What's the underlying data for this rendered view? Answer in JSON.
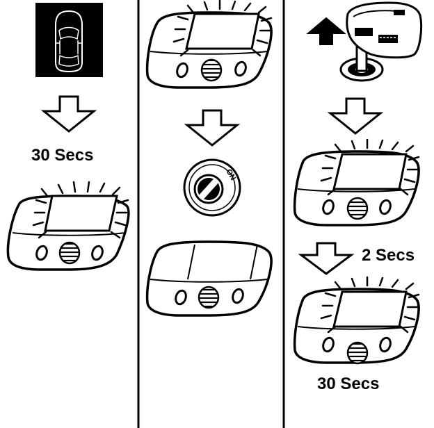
{
  "panels": {
    "left": {
      "step_icon": "car-top-view-icon",
      "delay_label": "30 Secs",
      "lamp_state": "on"
    },
    "middle": {
      "first_lamp_state": "on",
      "ignition_icon": "ignition-switch-icon",
      "ignition_label": "ON",
      "second_lamp_state": "off"
    },
    "right": {
      "step_icon": "key-in-ignition-icon",
      "first_lamp_state": "on",
      "delay_label_1": "2 Secs",
      "second_lamp_state": "on",
      "delay_label_2": "30 Secs"
    }
  },
  "icons": {
    "arrow_down": "arrow-down-icon",
    "arrow_up": "arrow-up-icon",
    "dome_lamp": "dome-lamp-icon"
  },
  "colors": {
    "ink": "#000000",
    "paper": "#ffffff"
  }
}
